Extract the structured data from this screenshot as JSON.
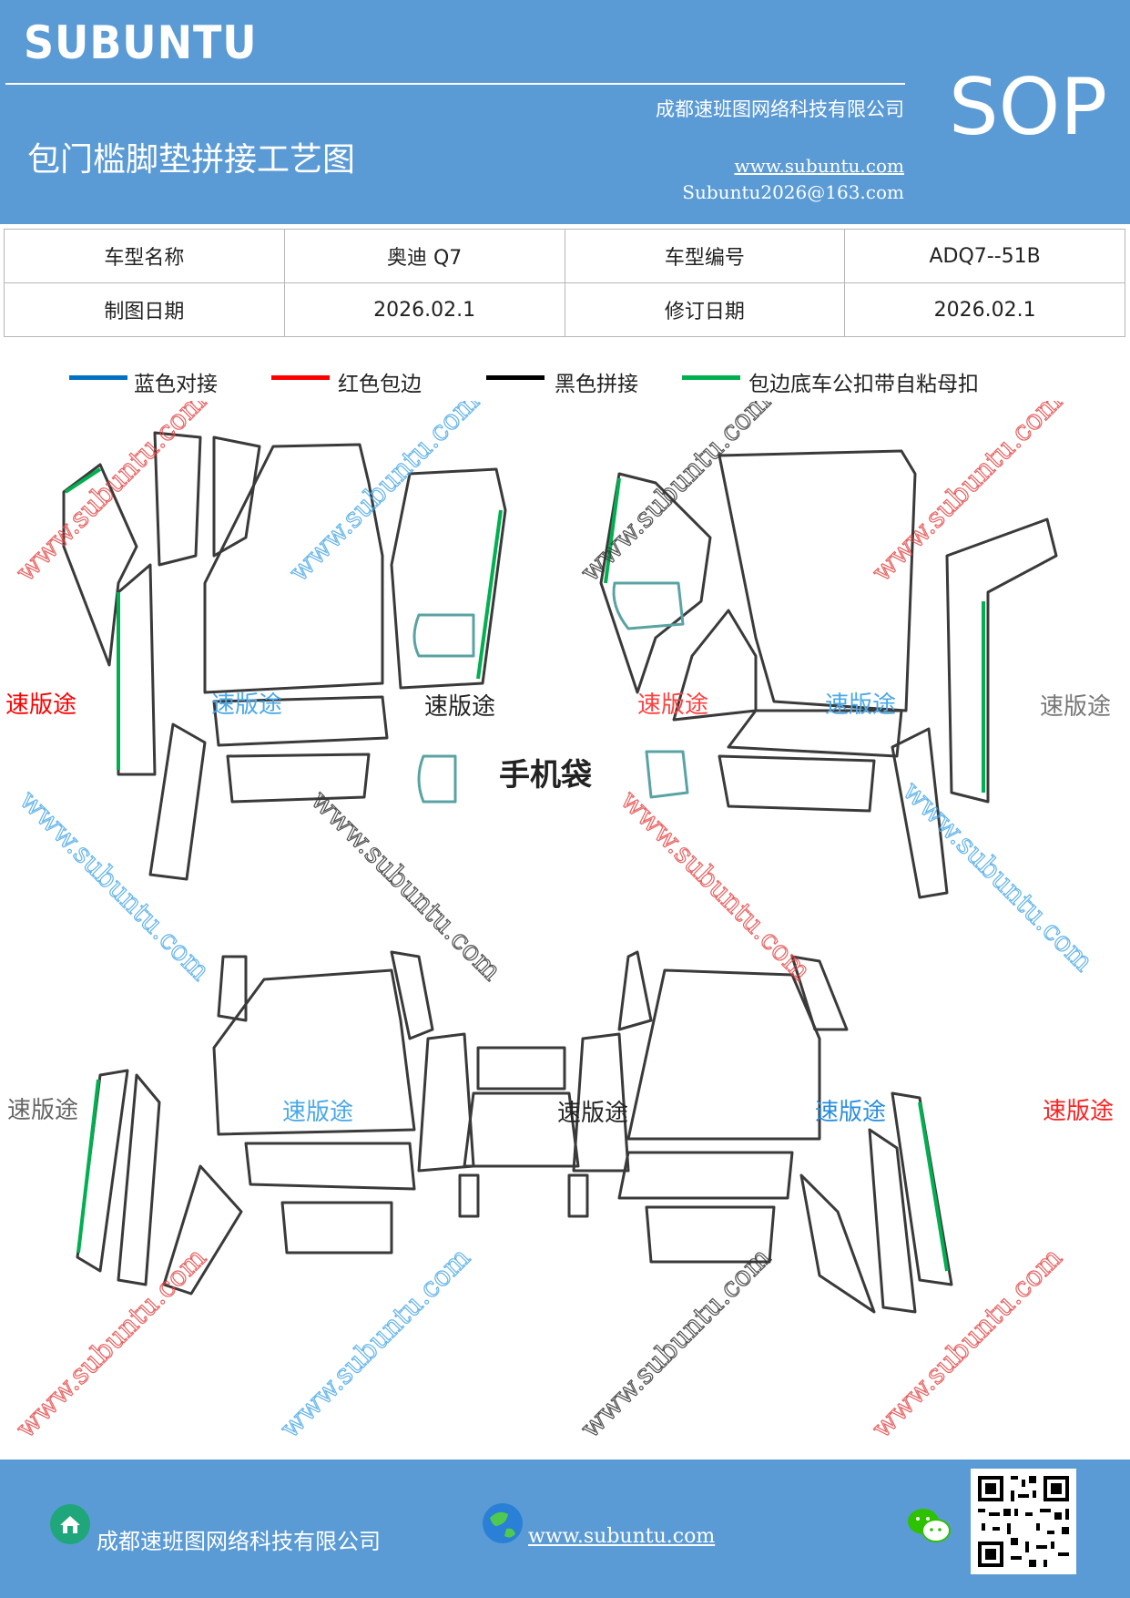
{
  "header": {
    "brand": "SUBUNTU",
    "company": "成都速班图网络科技有限公司",
    "title": "包门槛脚垫拼接工艺图",
    "website": "www.subuntu.com",
    "email": "Subuntu2026@163.com",
    "badge": "SOP"
  },
  "info": {
    "model_name_label": "车型名称",
    "model_name": "奥迪 Q7",
    "model_code_label": "车型编号",
    "model_code": "ADQ7--51B",
    "draw_date_label": "制图日期",
    "draw_date": "2026.02.1",
    "revise_date_label": "修订日期",
    "revise_date": "2026.02.1"
  },
  "legend": [
    {
      "label": "蓝色对接",
      "color": "#0070c0"
    },
    {
      "label": "红色包边",
      "color": "#ff0000"
    },
    {
      "label": "黑色拼接",
      "color": "#000000"
    },
    {
      "label": "包边底车公扣带自粘母扣",
      "color": "#00b050"
    }
  ],
  "drawing": {
    "center_label": "手机袋",
    "watermark_text": "速版途",
    "watermark_url": "www.subuntu.com"
  },
  "footer": {
    "company": "成都速班图网络科技有限公司",
    "website": "www.subuntu.com"
  }
}
